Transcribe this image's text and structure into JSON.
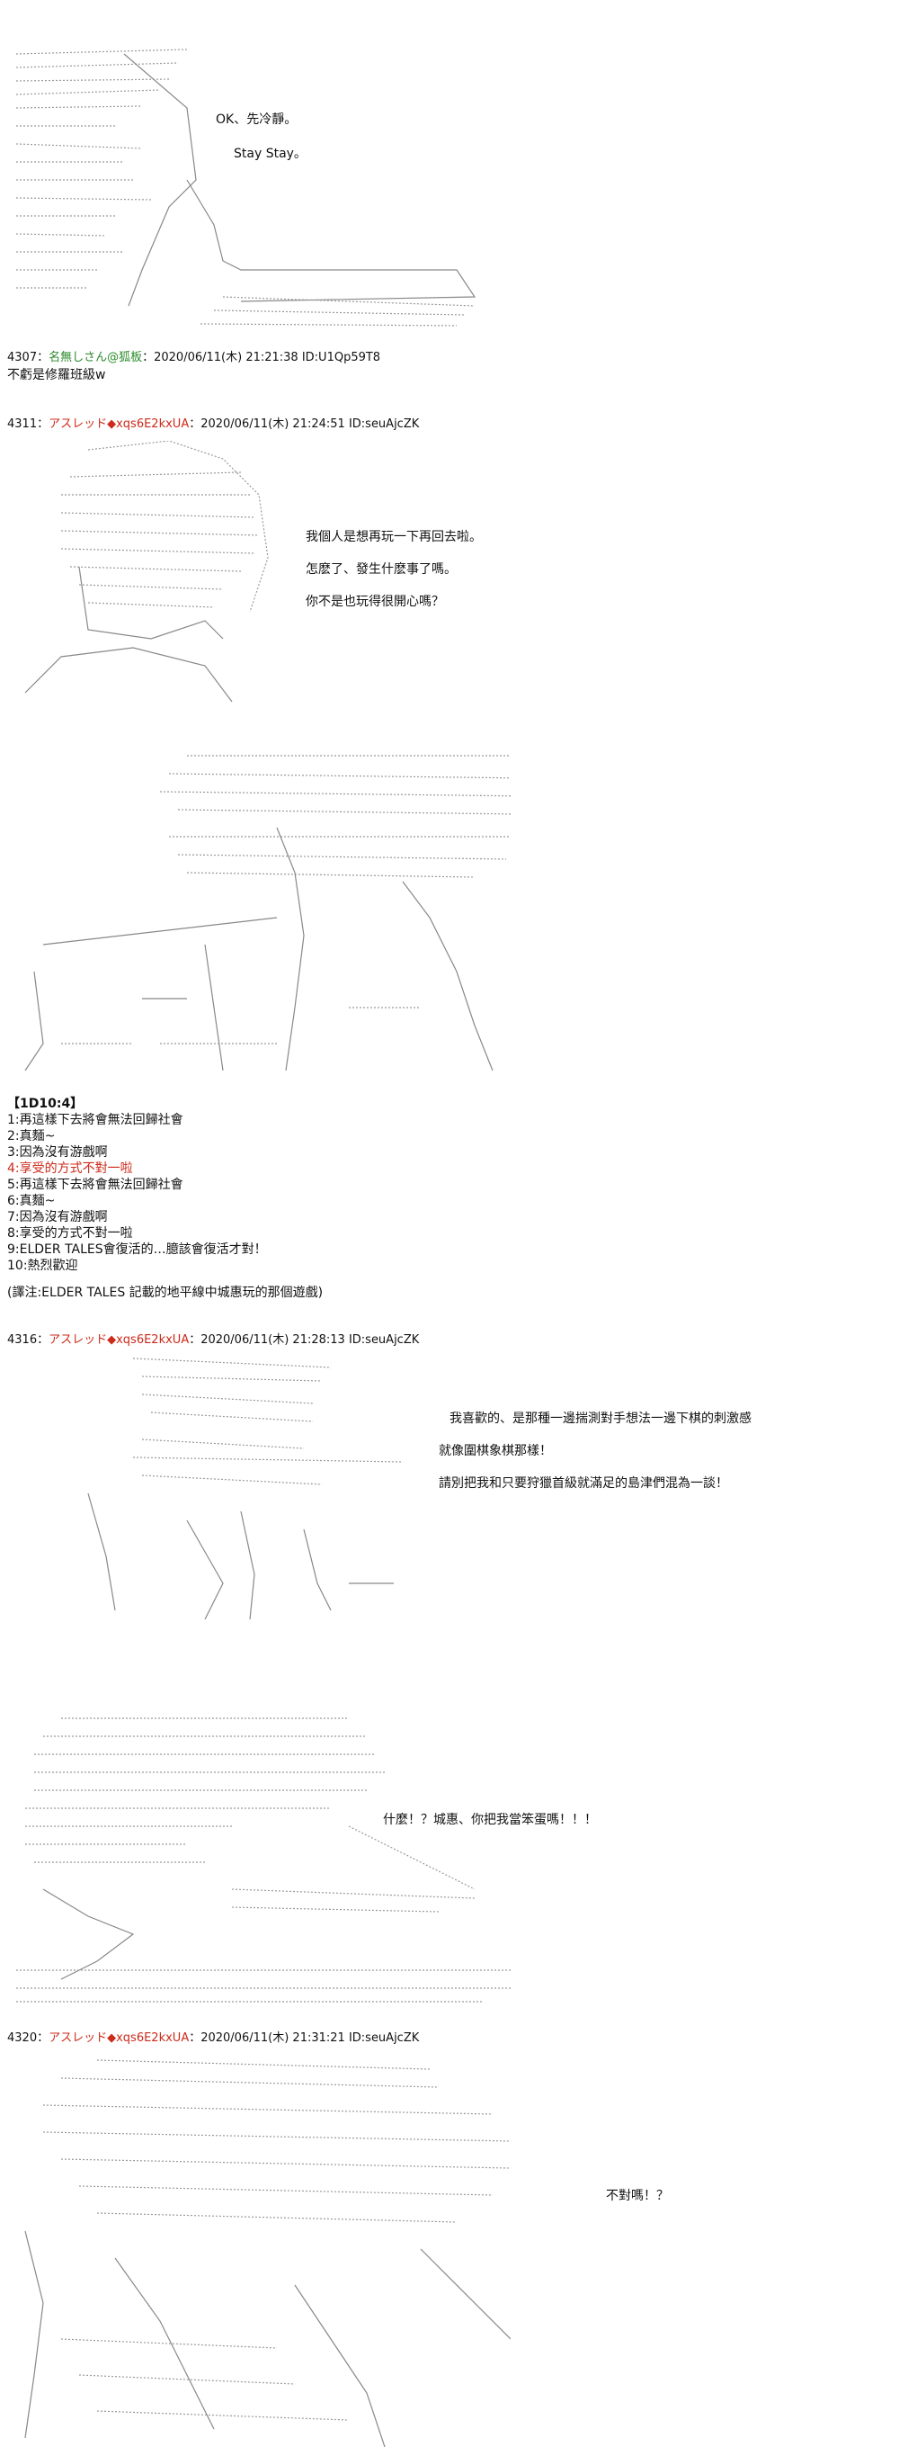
{
  "scene1": {
    "lines": [
      "OK、先冷靜。",
      "Stay Stay。"
    ]
  },
  "post4307": {
    "num": "4307：",
    "name": "名無しさん@狐板",
    "meta": "：2020/06/11(木) 21:21:38 ID:U1Qp59T8",
    "body": "不虧是修羅班級w"
  },
  "post4311": {
    "num": "4311：",
    "name": "アスレッド",
    "trip": "◆xqs6E2kxUA",
    "meta": "：2020/06/11(木) 21:24:51 ID:seuAjcZK",
    "lines": [
      "我個人是想再玩一下再回去啦。",
      "怎麽了、發生什麽事了嗎。",
      "你不是也玩得很開心嗎？"
    ]
  },
  "roll": {
    "title": "【1D10:4】",
    "items": [
      {
        "text": "1:再這樣下去將會無法回歸社會",
        "highlight": false
      },
      {
        "text": "2:真麵~",
        "highlight": false
      },
      {
        "text": "3:因為沒有游戲啊",
        "highlight": false
      },
      {
        "text": "4:享受的方式不對一啦",
        "highlight": true
      },
      {
        "text": "5:再這樣下去將會無法回歸社會",
        "highlight": false
      },
      {
        "text": "6:真麵~",
        "highlight": false
      },
      {
        "text": "7:因為沒有游戲啊",
        "highlight": false
      },
      {
        "text": "8:享受的方式不對一啦",
        "highlight": false
      },
      {
        "text": "9:ELDER TALES會復活的…臆該會復活才對！",
        "highlight": false
      },
      {
        "text": "10:熱烈歡迎",
        "highlight": false
      }
    ],
    "note": "(譯注:ELDER TALES 記載的地平線中城惠玩的那個遊戲)"
  },
  "post4316": {
    "num": "4316：",
    "name": "アスレッド",
    "trip": "◆xqs6E2kxUA",
    "meta": "：2020/06/11(木) 21:28:13 ID:seuAjcZK",
    "lines": [
      "我喜歡的、是那種一邊揣測對手想法一邊下棋的刺激感",
      "就像圍棋象棋那樣！",
      "請別把我和只要狩獵首級就滿足的島津們混為一談！"
    ],
    "line_b": "什麼！？城惠、你把我當笨蛋嗎！！！"
  },
  "post4320": {
    "num": "4320：",
    "name": "アスレッド",
    "trip": "◆xqs6E2kxUA",
    "meta": "：2020/06/11(木) 21:31:21 ID:seuAjcZK",
    "line": "不對嗎！？"
  },
  "colors": {
    "anon_name": "#2b8a2b",
    "author_name": "#cc2a1a",
    "highlight": "#cc2a1a"
  }
}
